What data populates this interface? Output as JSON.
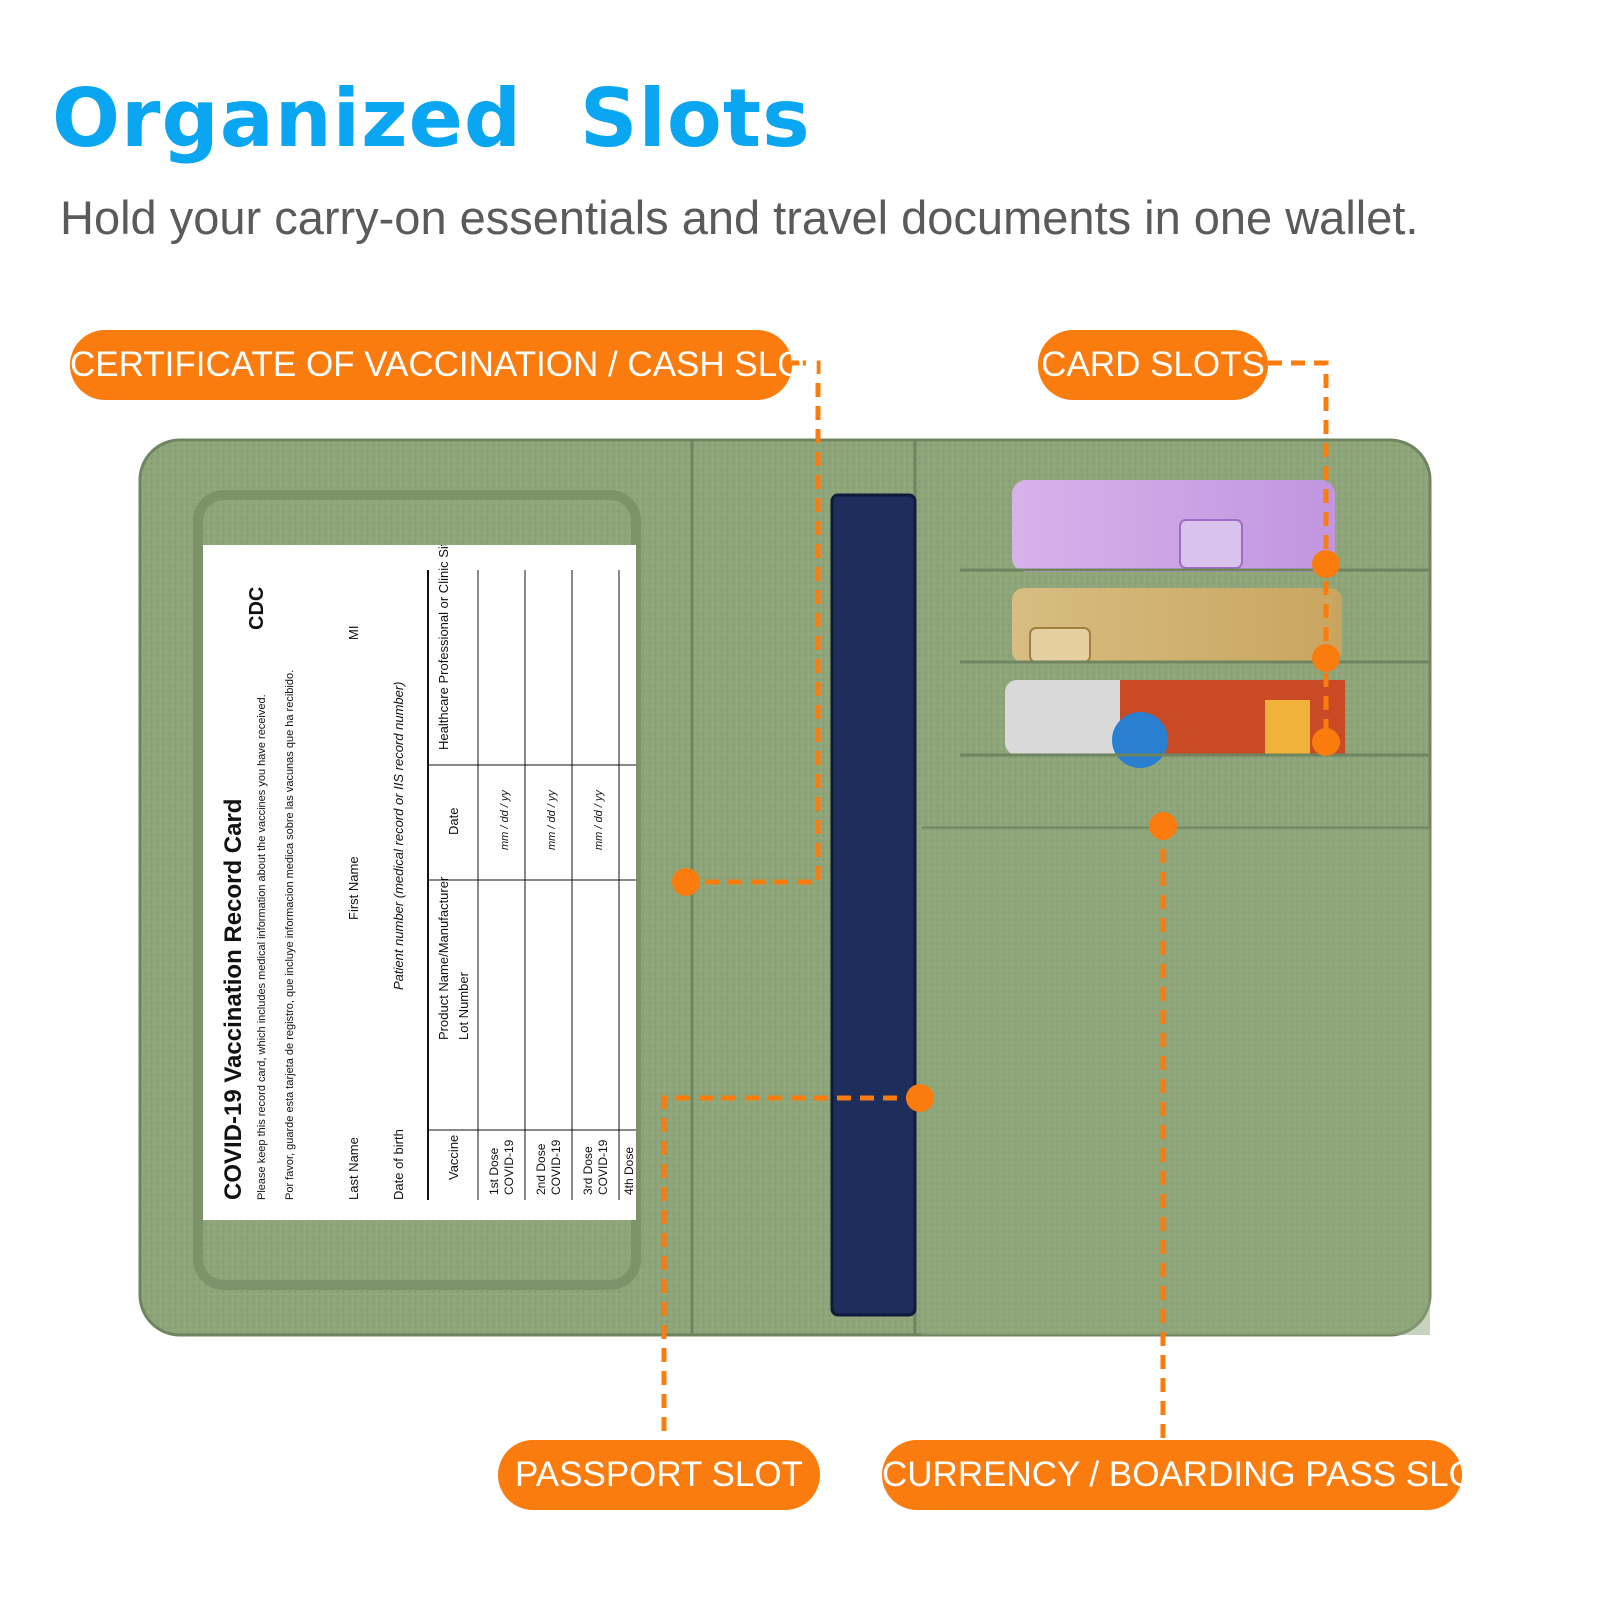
{
  "header": {
    "title": "Organized  Slots",
    "subtitle": "Hold your carry-on essentials and travel documents in one wallet."
  },
  "callouts": {
    "certificate": "CERTIFICATE OF VACCINATION / CASH SLOT",
    "card_slots": "CARD SLOTS",
    "passport": "PASSPORT SLOT",
    "currency": "CURRENCY / BOARDING PASS SLOT"
  },
  "vaccine_card": {
    "title": "COVID-19 Vaccination Record Card",
    "note_en": "Please keep this record card, which includes medical information about the vaccines you have received.",
    "note_es": "Por favor, guarde esta tarjeta de registro, que incluye informacion medica sobre las vacunas que ha recibido.",
    "last_name": "Last Name",
    "first_name": "First Name",
    "mi": "MI",
    "dob": "Date of birth",
    "patient_number": "Patient number (medical record or IIS record number)",
    "cdc": "CDC",
    "col_vaccine": "Vaccine",
    "col_product": "Product Name/Manufacturer",
    "col_lot": "Lot Number",
    "col_date": "Date",
    "col_site": "Healthcare Professional or Clinic Site",
    "dose1": "1st Dose",
    "dose2": "2nd Dose",
    "dose3": "3rd Dose",
    "dose4": "4th Dose",
    "covid": "COVID-19",
    "date_fmt": "mm / dd / yy"
  },
  "colors": {
    "accent_orange": "#fa7c0f",
    "title_blue": "#0aa6f2",
    "leather_green": "#8ea57a",
    "passport_navy": "#1d2d5c"
  }
}
